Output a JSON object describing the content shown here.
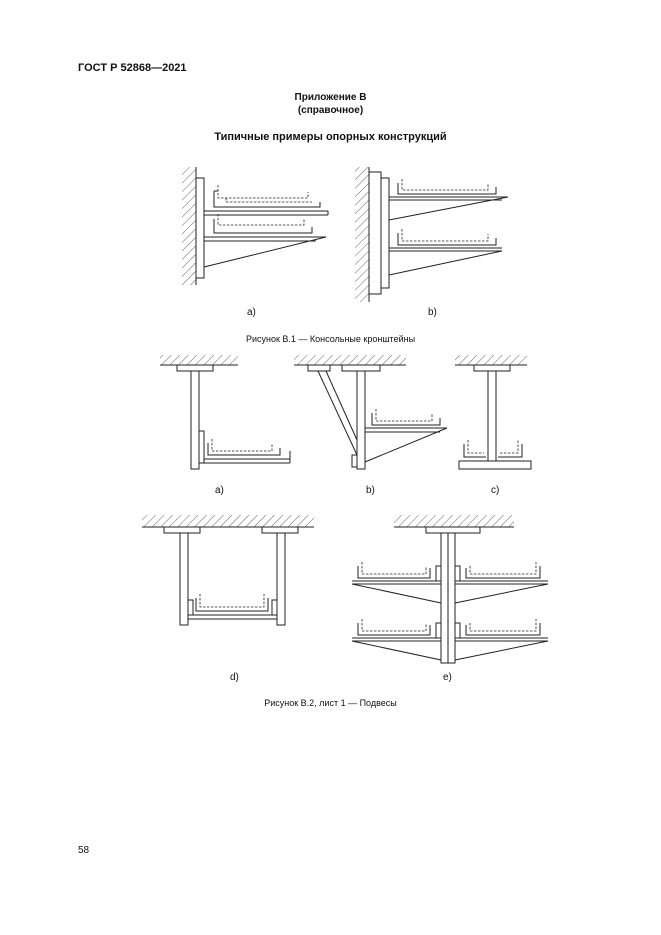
{
  "header": {
    "standard": "ГОСТ Р 52868—2021"
  },
  "appendix": {
    "title": "Приложение В",
    "subtitle": "(справочное)"
  },
  "section_title": "Типичные примеры опорных конструкций",
  "figure1": {
    "labels": [
      "a)",
      "b)"
    ],
    "caption": "Рисунок В.1 — Консольные кронштейны"
  },
  "figure2": {
    "labels": [
      "a)",
      "b)",
      "c)",
      "d)",
      "e)"
    ],
    "caption": "Рисунок В.2, лист 1 — Подвесы"
  },
  "footer": {
    "page_number": "58"
  }
}
